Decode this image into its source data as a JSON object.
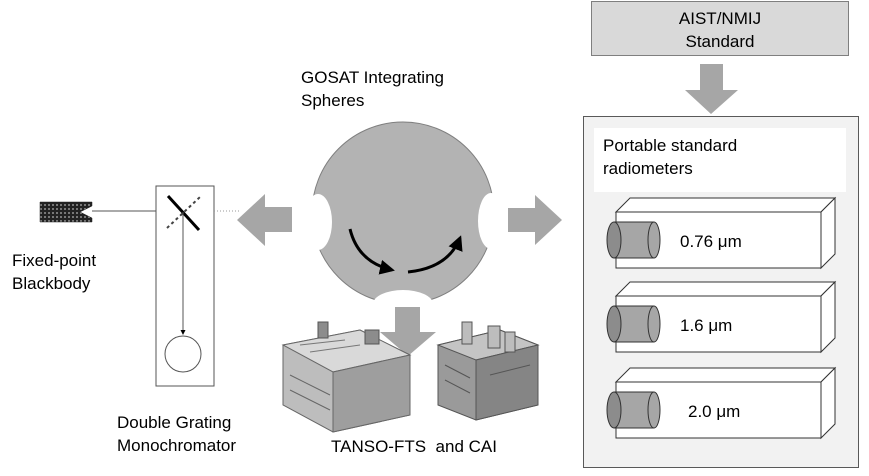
{
  "standard": {
    "line1": "AIST/NMIJ",
    "line2": "Standard"
  },
  "portable": {
    "line1": "Portable standard",
    "line2": "radiometers"
  },
  "radiometers": [
    {
      "value": "0.76",
      "unit": "μm"
    },
    {
      "value": "1.6",
      "unit": "μm"
    },
    {
      "value": "2.0",
      "unit": "μm"
    }
  ],
  "sphere_label": {
    "line1": "GOSAT Integrating",
    "line2": "Spheres"
  },
  "blackbody_label": {
    "line1": "Fixed-point",
    "line2": "Blackbody"
  },
  "monochromator_label": {
    "line1": "Double Grating",
    "line2": "Monochromator"
  },
  "instruments_label": {
    "part1": "TANSO-FTS",
    "part2": "and CAI"
  },
  "colors": {
    "arrow": "#a6a6a6",
    "sphere": "#b3b3b3",
    "panel": "#f2f2f2",
    "standard_box": "#d9d9d9"
  }
}
